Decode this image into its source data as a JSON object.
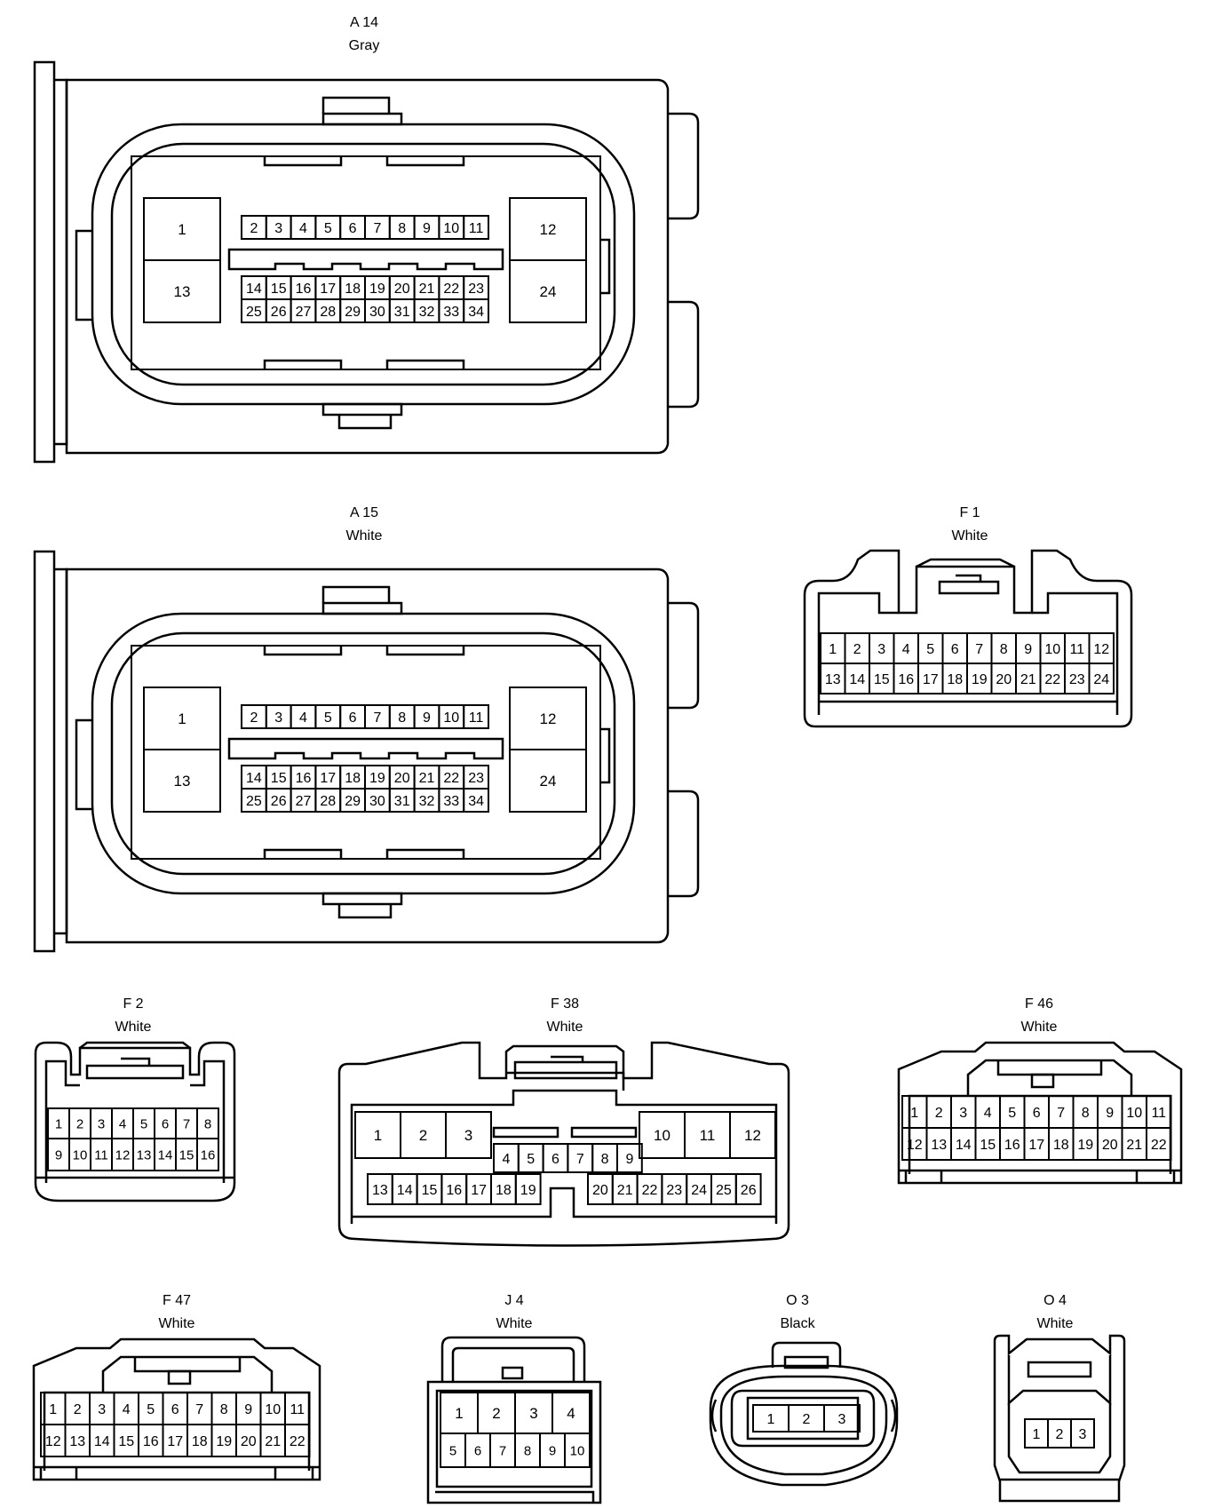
{
  "connectors": {
    "A14": {
      "code": "A 14",
      "color": "Gray",
      "pins": {
        "large_top": [
          "1",
          "12"
        ],
        "large_bottom": [
          "13",
          "24"
        ],
        "top_row": [
          "2",
          "3",
          "4",
          "5",
          "6",
          "7",
          "8",
          "9",
          "10",
          "11"
        ],
        "mid_row": [
          "14",
          "15",
          "16",
          "17",
          "18",
          "19",
          "20",
          "21",
          "22",
          "23"
        ],
        "bottom_row": [
          "25",
          "26",
          "27",
          "28",
          "29",
          "30",
          "31",
          "32",
          "33",
          "34"
        ]
      }
    },
    "A15": {
      "code": "A 15",
      "color": "White",
      "pins": {
        "large_top": [
          "1",
          "12"
        ],
        "large_bottom": [
          "13",
          "24"
        ],
        "top_row": [
          "2",
          "3",
          "4",
          "5",
          "6",
          "7",
          "8",
          "9",
          "10",
          "11"
        ],
        "mid_row": [
          "14",
          "15",
          "16",
          "17",
          "18",
          "19",
          "20",
          "21",
          "22",
          "23"
        ],
        "bottom_row": [
          "25",
          "26",
          "27",
          "28",
          "29",
          "30",
          "31",
          "32",
          "33",
          "34"
        ]
      }
    },
    "F1": {
      "code": "F 1",
      "color": "White",
      "pins": {
        "row1": [
          "1",
          "2",
          "3",
          "4",
          "5",
          "6",
          "7",
          "8",
          "9",
          "10",
          "11",
          "12"
        ],
        "row2": [
          "13",
          "14",
          "15",
          "16",
          "17",
          "18",
          "19",
          "20",
          "21",
          "22",
          "23",
          "24"
        ]
      }
    },
    "F2": {
      "code": "F 2",
      "color": "White",
      "pins": {
        "row1": [
          "1",
          "2",
          "3",
          "4",
          "5",
          "6",
          "7",
          "8"
        ],
        "row2": [
          "9",
          "10",
          "11",
          "12",
          "13",
          "14",
          "15",
          "16"
        ]
      }
    },
    "F38": {
      "code": "F 38",
      "color": "White",
      "pins": {
        "large_left": [
          "1",
          "2",
          "3"
        ],
        "large_right": [
          "10",
          "11",
          "12"
        ],
        "middle": [
          "4",
          "5",
          "6",
          "7",
          "8",
          "9"
        ],
        "bottom_left": [
          "13",
          "14",
          "15",
          "16",
          "17",
          "18",
          "19"
        ],
        "bottom_right": [
          "20",
          "21",
          "22",
          "23",
          "24",
          "25",
          "26"
        ]
      }
    },
    "F46": {
      "code": "F 46",
      "color": "White",
      "pins": {
        "row1": [
          "1",
          "2",
          "3",
          "4",
          "5",
          "6",
          "7",
          "8",
          "9",
          "10",
          "11"
        ],
        "row2": [
          "12",
          "13",
          "14",
          "15",
          "16",
          "17",
          "18",
          "19",
          "20",
          "21",
          "22"
        ]
      }
    },
    "F47": {
      "code": "F 47",
      "color": "White",
      "pins": {
        "row1": [
          "1",
          "2",
          "3",
          "4",
          "5",
          "6",
          "7",
          "8",
          "9",
          "10",
          "11"
        ],
        "row2": [
          "12",
          "13",
          "14",
          "15",
          "16",
          "17",
          "18",
          "19",
          "20",
          "21",
          "22"
        ]
      }
    },
    "J4": {
      "code": "J 4",
      "color": "White",
      "pins": {
        "row1": [
          "1",
          "2",
          "3",
          "4"
        ],
        "row2": [
          "5",
          "6",
          "7",
          "8",
          "9",
          "10"
        ]
      }
    },
    "O3": {
      "code": "O 3",
      "color": "Black",
      "pins": {
        "row1": [
          "1",
          "2",
          "3"
        ]
      }
    },
    "O4": {
      "code": "O 4",
      "color": "White",
      "pins": {
        "row1": [
          "1",
          "2",
          "3"
        ]
      }
    }
  }
}
